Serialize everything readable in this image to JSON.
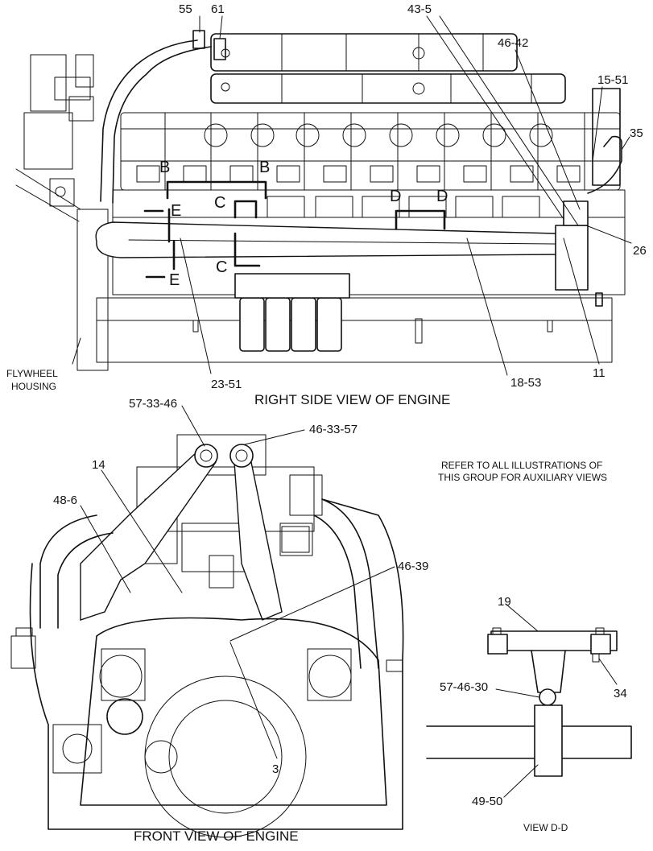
{
  "views": {
    "right_side": {
      "title": "RIGHT SIDE VIEW OF ENGINE",
      "flywheel_line1": "FLYWHEEL",
      "flywheel_line2": "HOUSING",
      "callouts": [
        "55",
        "61",
        "43-5",
        "46-42",
        "15-51",
        "35",
        "26",
        "11",
        "18-53",
        "23-51"
      ],
      "section_letters": [
        "B",
        "B",
        "C",
        "C",
        "D",
        "D",
        "E",
        "E"
      ]
    },
    "front": {
      "title": "FRONT VIEW OF ENGINE",
      "callouts": [
        "57-33-46",
        "46-33-57",
        "14",
        "48-6",
        "46-39",
        "3"
      ]
    },
    "view_dd": {
      "title": "VIEW D-D",
      "callouts": [
        "19",
        "57-46-30",
        "34",
        "49-50"
      ]
    },
    "note": {
      "line1": "REFER TO ALL ILLUSTRATIONS OF",
      "line2": "THIS GROUP FOR AUXILIARY VIEWS"
    }
  }
}
